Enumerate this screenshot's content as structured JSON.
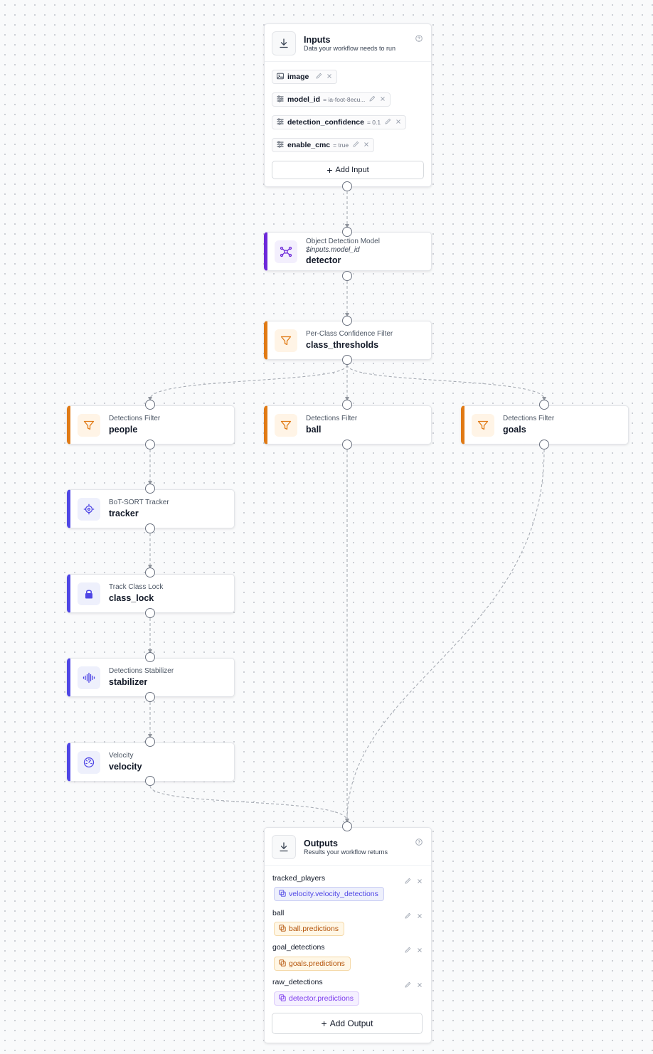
{
  "colors": {
    "model_accent": "#6d28d9",
    "filter_accent": "#e07a15",
    "tool_accent": "#4f46e5",
    "edge": "#a8adb5"
  },
  "inputs_panel": {
    "title": "Inputs",
    "subtitle": "Data your workflow needs to run",
    "help_icon": "help-circle-icon",
    "params": [
      {
        "name": "image",
        "value": "",
        "icon": "image-icon"
      },
      {
        "name": "model_id",
        "value": "= ia-foot-8ecu...",
        "icon": "sliders-icon"
      },
      {
        "name": "detection_confidence",
        "value": "= 0.1",
        "icon": "sliders-icon"
      },
      {
        "name": "enable_cmc",
        "value": "= true",
        "icon": "sliders-icon"
      }
    ],
    "add_button": "Add Input"
  },
  "blocks": {
    "detector": {
      "kind": "Object Detection Model",
      "param": "$inputs.model_id",
      "name": "detector",
      "icon": "model-graph-icon"
    },
    "class_thresholds": {
      "kind": "Per-Class Confidence Filter",
      "name": "class_thresholds",
      "icon": "filter-icon"
    },
    "people": {
      "kind": "Detections Filter",
      "name": "people",
      "icon": "filter-icon"
    },
    "ball": {
      "kind": "Detections Filter",
      "name": "ball",
      "icon": "filter-icon"
    },
    "goals": {
      "kind": "Detections Filter",
      "name": "goals",
      "icon": "filter-icon"
    },
    "tracker": {
      "kind": "BoT-SORT Tracker",
      "name": "tracker",
      "icon": "crosshair-icon"
    },
    "class_lock": {
      "kind": "Track Class Lock",
      "name": "class_lock",
      "icon": "lock-icon"
    },
    "stabilizer": {
      "kind": "Detections Stabilizer",
      "name": "stabilizer",
      "icon": "waveform-icon"
    },
    "velocity": {
      "kind": "Velocity",
      "name": "velocity",
      "icon": "speedometer-icon"
    }
  },
  "outputs_panel": {
    "title": "Outputs",
    "subtitle": "Results your workflow returns",
    "help_icon": "help-circle-icon",
    "outputs": [
      {
        "name": "tracked_players",
        "ref": "velocity.velocity_detections",
        "color": "#4f46e5"
      },
      {
        "name": "ball",
        "ref": "ball.predictions",
        "color": "#b45309"
      },
      {
        "name": "goal_detections",
        "ref": "goals.predictions",
        "color": "#b45309"
      },
      {
        "name": "raw_detections",
        "ref": "detector.predictions",
        "color": "#7c3aed"
      }
    ],
    "add_button": "Add Output"
  }
}
